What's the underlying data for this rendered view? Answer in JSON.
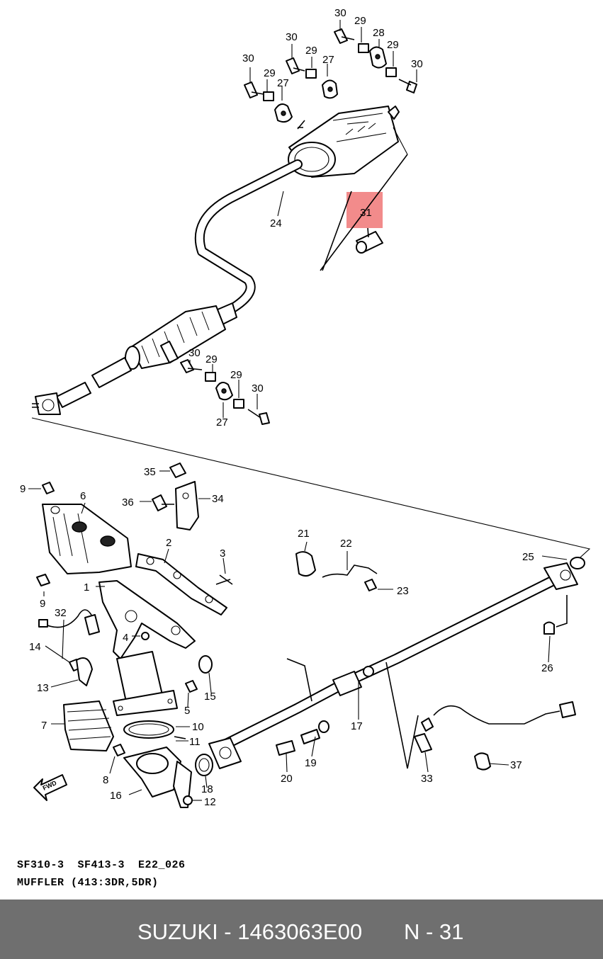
{
  "diagram": {
    "highlight_label": "31",
    "part_numbers": {
      "p1": "1",
      "p2": "2",
      "p3": "3",
      "p4": "4",
      "p5": "5",
      "p6": "6",
      "p7": "7",
      "p8": "8",
      "p9": "9",
      "p10": "10",
      "p11": "11",
      "p12": "12",
      "p13": "13",
      "p14": "14",
      "p15": "15",
      "p16": "16",
      "p17": "17",
      "p18": "18",
      "p19": "19",
      "p20": "20",
      "p21": "21",
      "p22": "22",
      "p23": "23",
      "p24": "24",
      "p25": "25",
      "p26": "26",
      "p27": "27",
      "p28": "28",
      "p29": "29",
      "p30": "30",
      "p32": "32",
      "p33": "33",
      "p34": "34",
      "p35": "35",
      "p36": "36",
      "p37": "37"
    },
    "fwd_label": "FWD"
  },
  "caption": {
    "line1": "SF310-3  SF413-3  E22_026",
    "line2": "MUFFLER (413:3DR,5DR)"
  },
  "footer": {
    "brand_code": "SUZUKI - 1463063E00",
    "page_ref": "N - 31"
  },
  "colors": {
    "highlight": "#f28b8b",
    "footer_bg": "#6f6f6f",
    "footer_text": "#ffffff"
  }
}
